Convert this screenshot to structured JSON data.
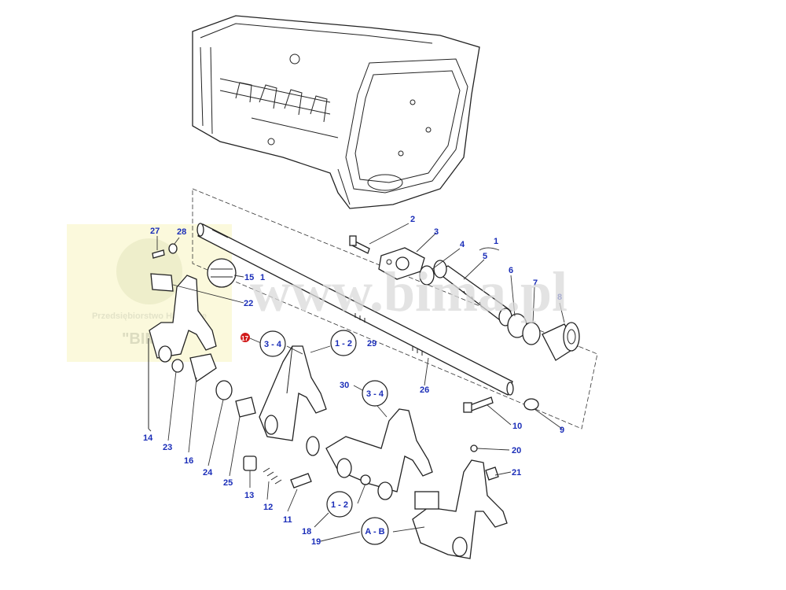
{
  "watermark": {
    "url_text": "www.bima.pl",
    "company_line": "Przedsiębiorstwo Handlowe",
    "company_name": "\"BIMA\""
  },
  "callouts": [
    {
      "id": "c1",
      "label": "1"
    },
    {
      "id": "c1b",
      "label": "1"
    },
    {
      "id": "c2",
      "label": "2"
    },
    {
      "id": "c3",
      "label": "3"
    },
    {
      "id": "c4",
      "label": "4"
    },
    {
      "id": "c5",
      "label": "5"
    },
    {
      "id": "c6",
      "label": "6"
    },
    {
      "id": "c7",
      "label": "7"
    },
    {
      "id": "c8",
      "label": "8"
    },
    {
      "id": "c9",
      "label": "9"
    },
    {
      "id": "c10",
      "label": "10"
    },
    {
      "id": "c11",
      "label": "11"
    },
    {
      "id": "c12",
      "label": "12"
    },
    {
      "id": "c13",
      "label": "13"
    },
    {
      "id": "c14",
      "label": "14"
    },
    {
      "id": "c15",
      "label": "15"
    },
    {
      "id": "c16",
      "label": "16"
    },
    {
      "id": "c17",
      "label": "17"
    },
    {
      "id": "c18",
      "label": "18"
    },
    {
      "id": "c19",
      "label": "19"
    },
    {
      "id": "c20",
      "label": "20"
    },
    {
      "id": "c21",
      "label": "21"
    },
    {
      "id": "c22",
      "label": "22"
    },
    {
      "id": "c23",
      "label": "23"
    },
    {
      "id": "c24",
      "label": "24"
    },
    {
      "id": "c25",
      "label": "25"
    },
    {
      "id": "c26",
      "label": "26"
    },
    {
      "id": "c27",
      "label": "27"
    },
    {
      "id": "c28",
      "label": "28"
    },
    {
      "id": "c29",
      "label": "29"
    },
    {
      "id": "c30",
      "label": "30"
    }
  ],
  "rings": [
    {
      "id": "r34a",
      "label": "3 - 4"
    },
    {
      "id": "r12a",
      "label": "1 - 2"
    },
    {
      "id": "r34b",
      "label": "3 - 4"
    },
    {
      "id": "r12b",
      "label": "1 - 2"
    },
    {
      "id": "rab",
      "label": "A - B"
    }
  ],
  "colors": {
    "callout": "#1a2db8",
    "highlight": "#d11b1b",
    "watermark_block": "#fbf9dc"
  }
}
